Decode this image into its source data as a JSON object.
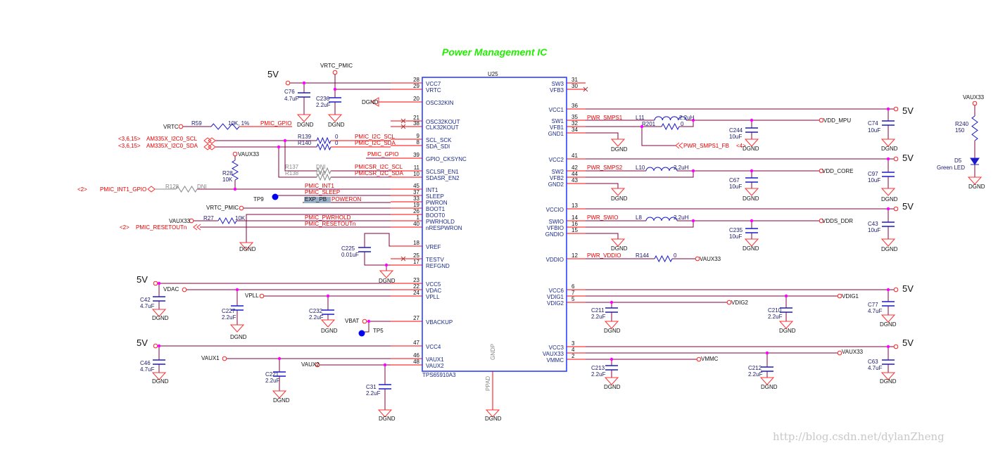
{
  "title": "Power Management IC",
  "watermark": "http://blog.csdn.net/dylanZheng",
  "colors": {
    "wire": "#800040",
    "pin": "#ff0000",
    "component": "#1a1acc",
    "title": "#22ee00",
    "chip": "#2233ff",
    "junction": "#ff00ff",
    "testpoint": "#0000ee"
  },
  "chip": {
    "ref": "U25",
    "part": "TPS65910A3",
    "gndp": "GNDP",
    "ppad": "PPAD",
    "left_pins": [
      {
        "num": "28",
        "name": "VCC7"
      },
      {
        "num": "29",
        "name": "VRTC"
      },
      {
        "num": "20",
        "name": "OSC32KIN"
      },
      {
        "num": "21",
        "name": "OSC32KOUT"
      },
      {
        "num": "38",
        "name": "CLK32KOUT"
      },
      {
        "num": "9",
        "name": "SCL_SCK"
      },
      {
        "num": "8",
        "name": "SDA_SDI"
      },
      {
        "num": "39",
        "name": "GPIO_CKSYNC"
      },
      {
        "num": "11",
        "name": "SCLSR_EN1"
      },
      {
        "num": "10",
        "name": "SDASR_EN2"
      },
      {
        "num": "45",
        "name": "INT1"
      },
      {
        "num": "37",
        "name": "SLEEP"
      },
      {
        "num": "33",
        "name": "PWRON"
      },
      {
        "num": "19",
        "name": "BOOT1"
      },
      {
        "num": "26",
        "name": "BOOT0"
      },
      {
        "num": "1",
        "name": "PWRHOLD"
      },
      {
        "num": "40",
        "name": "nRESPWRON"
      },
      {
        "num": "18",
        "name": "VREF"
      },
      {
        "num": "25",
        "name": "TESTV"
      },
      {
        "num": "17",
        "name": "REFGND"
      },
      {
        "num": "23",
        "name": "VCC5"
      },
      {
        "num": "22",
        "name": "VDAC"
      },
      {
        "num": "24",
        "name": "VPLL"
      },
      {
        "num": "27",
        "name": "VBACKUP"
      },
      {
        "num": "47",
        "name": "VCC4"
      },
      {
        "num": "46",
        "name": "VAUX1"
      },
      {
        "num": "48",
        "name": "VAUX2"
      }
    ],
    "right_pins": [
      {
        "num": "31",
        "name": "SW3"
      },
      {
        "num": "30",
        "name": "VFB3"
      },
      {
        "num": "36",
        "name": "VCC1"
      },
      {
        "num": "35",
        "name": "SW1"
      },
      {
        "num": "32",
        "name": "VFB1"
      },
      {
        "num": "34",
        "name": "GND1"
      },
      {
        "num": "41",
        "name": "VCC2"
      },
      {
        "num": "42",
        "name": "SW2"
      },
      {
        "num": "44",
        "name": "VFB2"
      },
      {
        "num": "43",
        "name": "GND2"
      },
      {
        "num": "13",
        "name": "VCCIO"
      },
      {
        "num": "14",
        "name": "SWIO"
      },
      {
        "num": "16",
        "name": "VFBIO"
      },
      {
        "num": "15",
        "name": "GNDIO"
      },
      {
        "num": "12",
        "name": "VDDIO"
      },
      {
        "num": "6",
        "name": "VCC6"
      },
      {
        "num": "7",
        "name": "VDIG1"
      },
      {
        "num": "5",
        "name": "VDIG2"
      },
      {
        "num": "3",
        "name": "VCC3"
      },
      {
        "num": "4",
        "name": "VAUX33"
      },
      {
        "num": "2",
        "name": "VMMC"
      }
    ]
  },
  "power": {
    "dgnd": "DGND",
    "v5": "5V"
  },
  "components": {
    "C76": {
      "ref": "C76",
      "value": "4.7uF"
    },
    "C236": {
      "ref": "C236",
      "value": "2.2uF"
    },
    "R59": {
      "ref": "R59",
      "value": "10K, 1%"
    },
    "R139": {
      "ref": "R139",
      "value": "0"
    },
    "R140": {
      "ref": "R140",
      "value": "0"
    },
    "R137": {
      "ref": "R137",
      "value": "DNI"
    },
    "R138": {
      "ref": "R138",
      "value": "DNI"
    },
    "R28": {
      "ref": "R28",
      "value": "10K"
    },
    "R128": {
      "ref": "R128",
      "value": "DNI"
    },
    "R27": {
      "ref": "R27",
      "value": "10K"
    },
    "C225": {
      "ref": "C225",
      "value": "0.01uF"
    },
    "C42": {
      "ref": "C42",
      "value": "4.7uF"
    },
    "C227": {
      "ref": "C227",
      "value": "2.2uF"
    },
    "C232": {
      "ref": "C232",
      "value": "2.2uF"
    },
    "C46": {
      "ref": "C46",
      "value": "4.7uF"
    },
    "C221": {
      "ref": "C221",
      "value": "2.2uF"
    },
    "C31": {
      "ref": "C31",
      "value": "2.2uF"
    },
    "L11": {
      "ref": "L11",
      "value": "2.2uH"
    },
    "R201": {
      "ref": "R201",
      "value": "0"
    },
    "C244": {
      "ref": "C244",
      "value": "10uF"
    },
    "C74": {
      "ref": "C74",
      "value": "10uF"
    },
    "L10": {
      "ref": "L10",
      "value": "2.2uH"
    },
    "C67": {
      "ref": "C67",
      "value": "10uF"
    },
    "C97": {
      "ref": "C97",
      "value": "10uF"
    },
    "L8": {
      "ref": "L8",
      "value": "2.2uH"
    },
    "C235": {
      "ref": "C235",
      "value": "10uF"
    },
    "C43": {
      "ref": "C43",
      "value": "10uF"
    },
    "R144": {
      "ref": "R144",
      "value": "0"
    },
    "C211": {
      "ref": "C211",
      "value": "2.2uF"
    },
    "C210": {
      "ref": "C210",
      "value": "2.2uF"
    },
    "C77": {
      "ref": "C77",
      "value": "4.7uF"
    },
    "C213": {
      "ref": "C213",
      "value": "2.2uF"
    },
    "C212": {
      "ref": "C212",
      "value": "2.2uF"
    },
    "C63": {
      "ref": "C63",
      "value": "4.7uF"
    },
    "R240": {
      "ref": "R240",
      "value": "150"
    },
    "D5": {
      "ref": "D5",
      "value": "Green LED"
    },
    "TP9": {
      "ref": "TP9"
    },
    "TP5": {
      "ref": "TP5"
    }
  },
  "nets": {
    "vrtc_pmic": "VRTC_PMIC",
    "vrtc": "VRTC",
    "pmic_gpio": "PMIC_GPIO",
    "sheet_ref_i2c": "<3,6,15>",
    "am_scl": "AM335X_I2C0_SCL",
    "am_sda": "AM335X_I2C0_SDA",
    "pmic_scl": "PMIC_I2C_SCL",
    "pmic_sda": "PMIC_I2C_SDA",
    "vaux33": "VAUX33",
    "sr_scl": "PMICSR_I2C_SCL",
    "sr_sda": "PMICSR_I2C_SDA",
    "sheet_ref_2": "<2>",
    "int1_gpio": "PMIC_INT1_GPIO",
    "pmic_int1": "PMIC_INT1",
    "pmic_sleep": "PMIC_SLEEP",
    "exp_pb": "EXP_PB",
    "poweron": "POWERON",
    "pmic_pwrhold": "PMIC_PWRHOLD",
    "pmic_resetout": "PMIC_RESETOUTn",
    "vdac": "VDAC",
    "vpll": "VPLL",
    "vbat": "VBAT",
    "vaux1": "VAUX1",
    "vaux2": "VAUX2",
    "pwr_smps1": "PWR_SMPS1",
    "pwr_smps1_fb": "PWR_SMPS1_FB",
    "sheet_ref_4": "<4>",
    "vdd_mpu": "VDD_MPU",
    "pwr_smps2": "PWR_SMPS2",
    "vdd_core": "VDD_CORE",
    "pwr_swio": "PWR_SWIO",
    "vdds_ddr": "VDDS_DDR",
    "pwr_vddio": "PWR_VDDIO",
    "vdig1": "VDIG1",
    "vdig2": "VDIG2",
    "vmmc": "VMMC"
  }
}
